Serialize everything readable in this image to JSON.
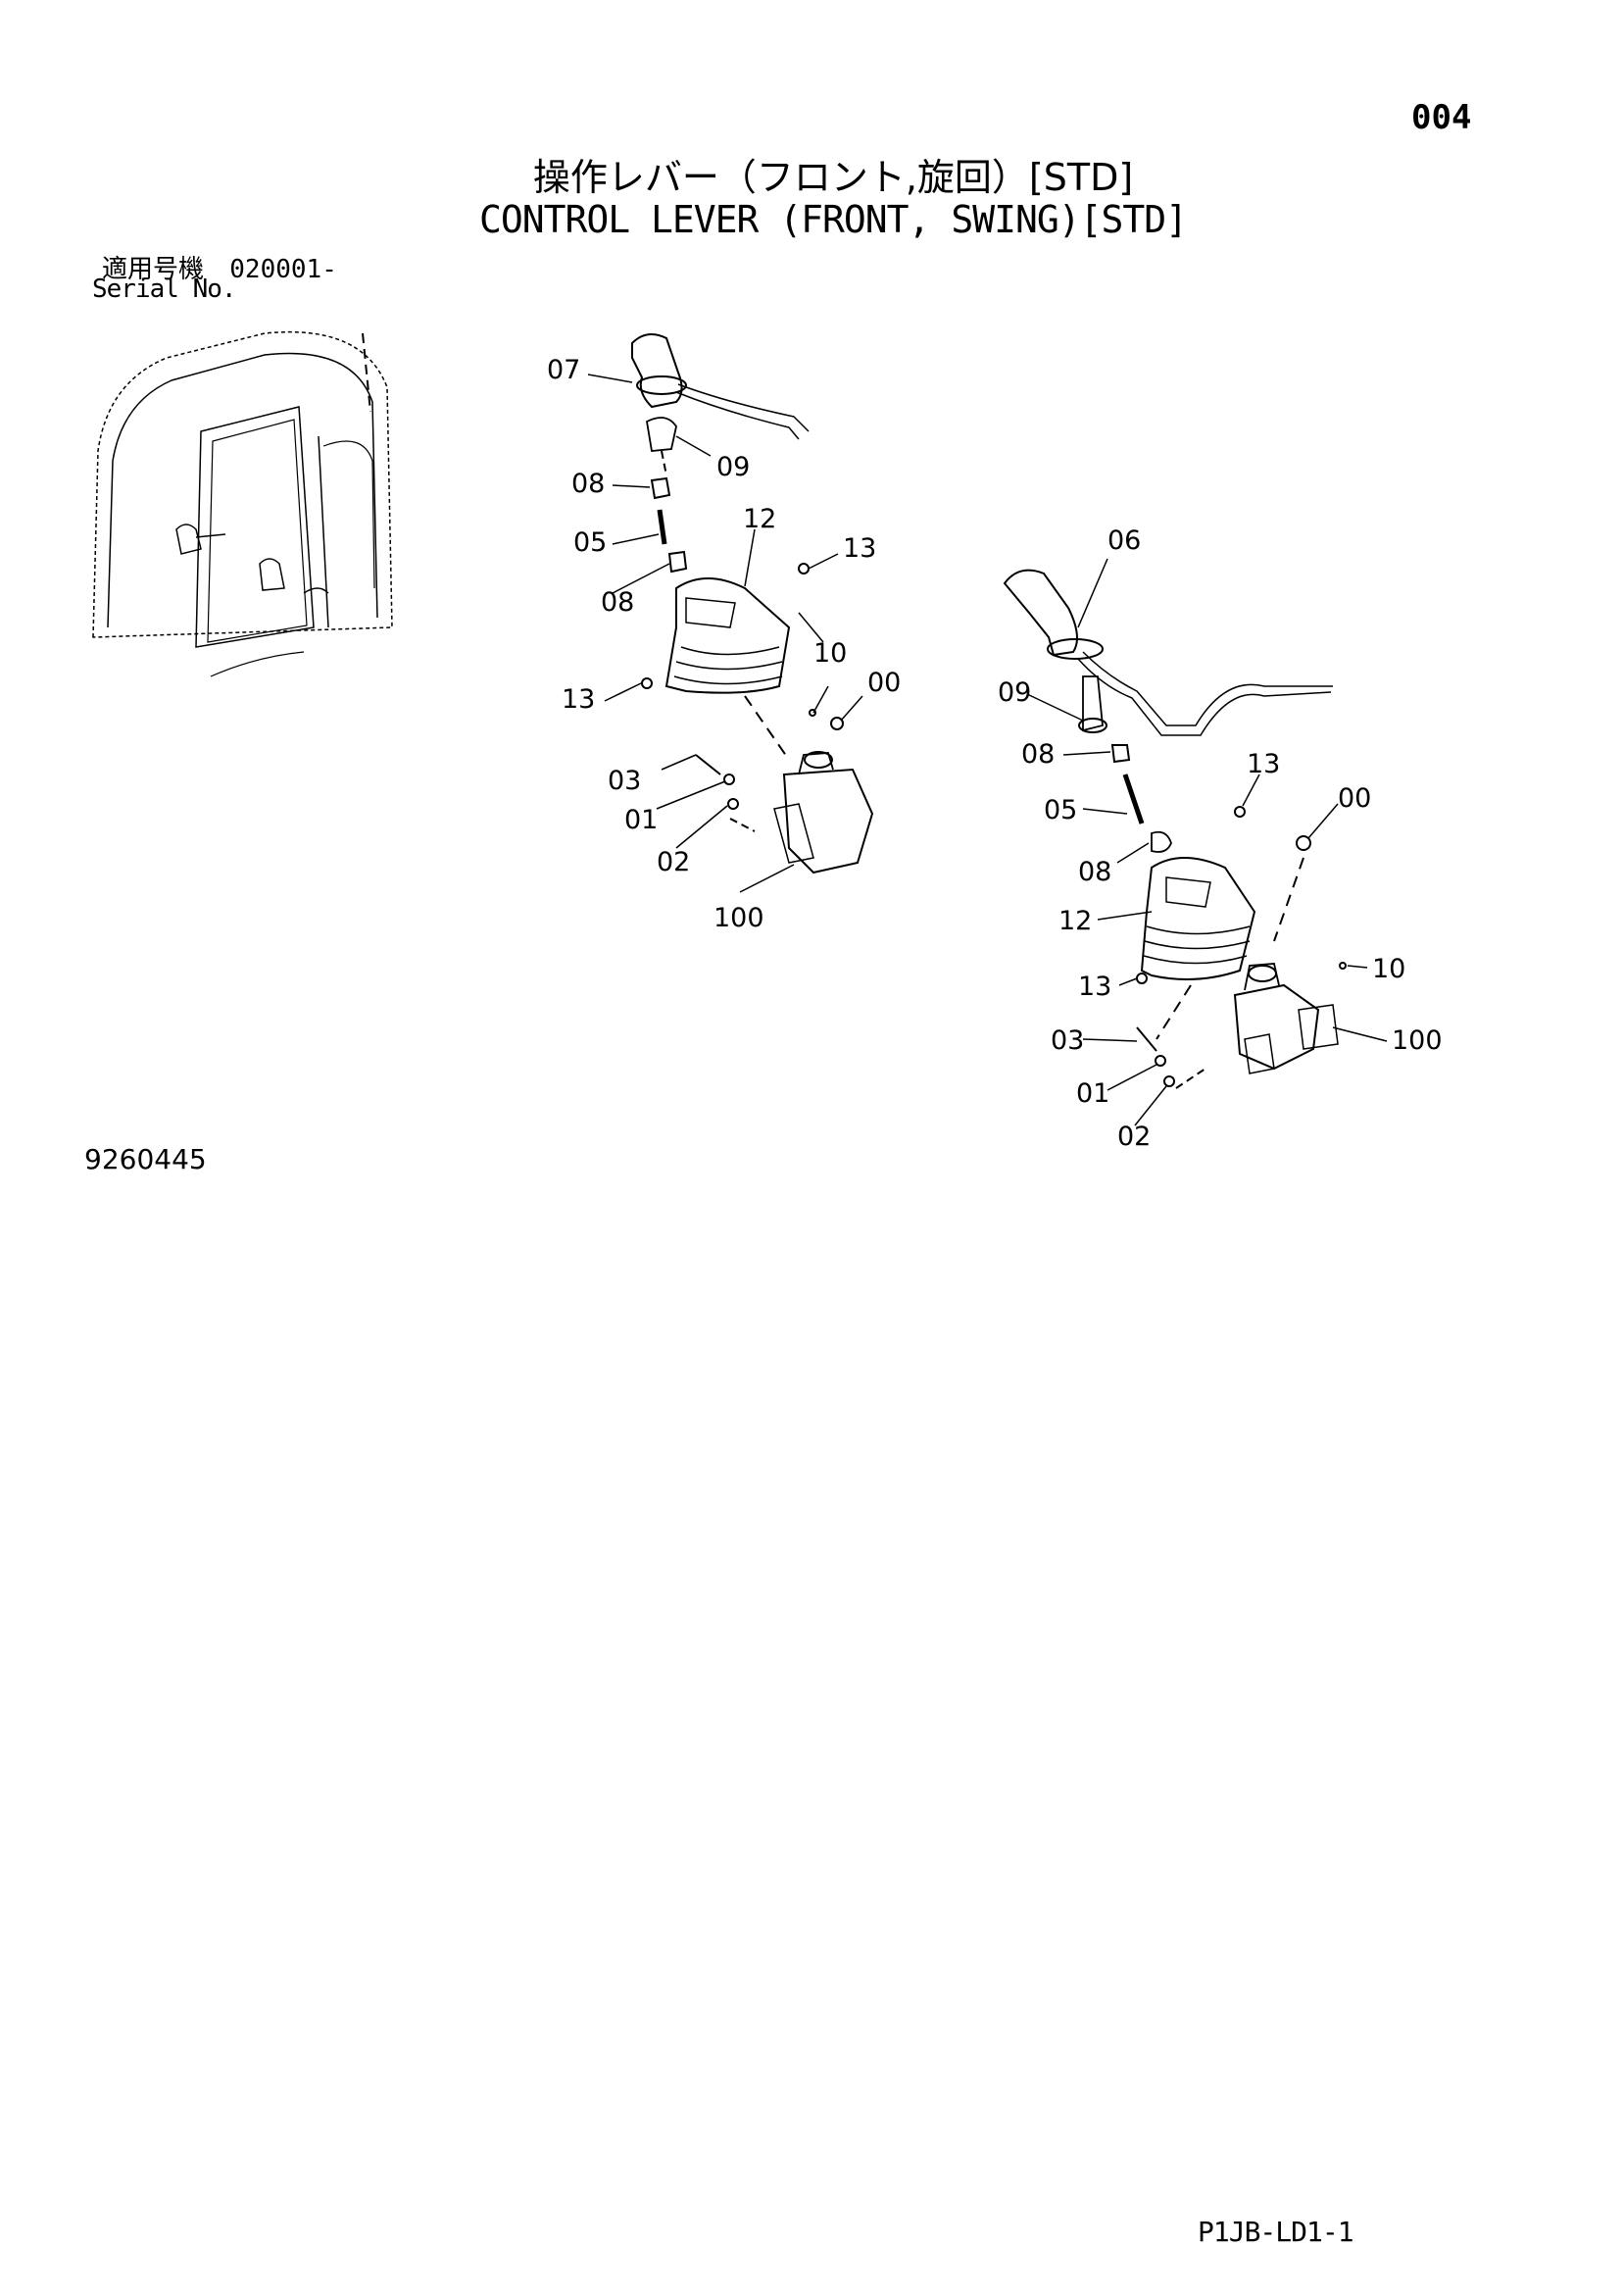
{
  "page_number": "004",
  "title_jp": "操作レバー（フロント,旋回）[STD]",
  "title_en": "CONTROL LEVER (FRONT, SWING)[STD]",
  "serial_label_jp": "適用号機",
  "serial_value": "020001-",
  "serial_label_en": "Serial No.",
  "drawing_number": "9260445",
  "sheet_code": "P1JB-LD1-1",
  "left_assembly_labels": {
    "l07": "07",
    "l09": "09",
    "l08a": "08",
    "l05": "05",
    "l12": "12",
    "l13a": "13",
    "l08b": "08",
    "l10": "10",
    "l00": "00",
    "l13b": "13",
    "l03": "03",
    "l01": "01",
    "l02": "02",
    "l100": "100"
  },
  "right_assembly_labels": {
    "r06": "06",
    "r09": "09",
    "r08a": "08",
    "r13a": "13",
    "r00": "00",
    "r05": "05",
    "r08b": "08",
    "r12": "12",
    "r10": "10",
    "r13b": "13",
    "r03": "03",
    "r100": "100",
    "r01": "01",
    "r02": "02"
  }
}
